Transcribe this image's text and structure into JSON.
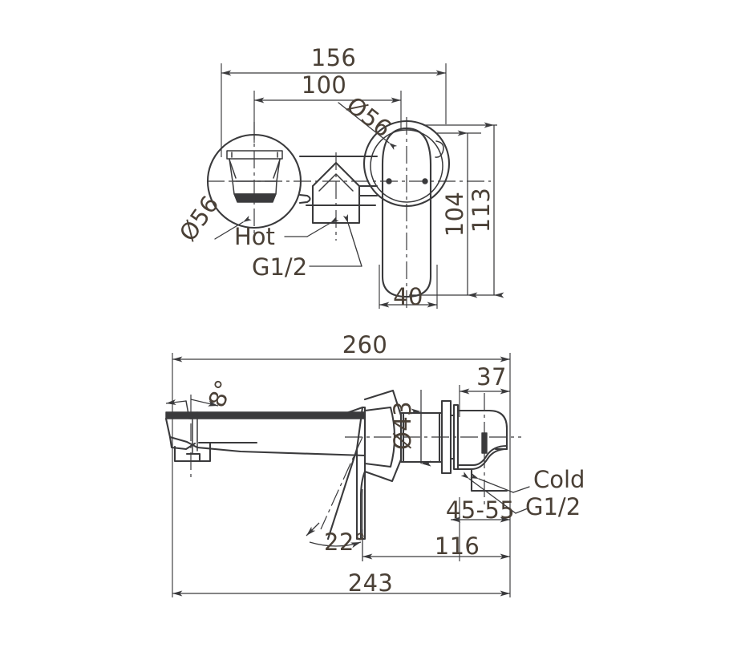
{
  "drawing": {
    "title": "Wall-mounted basin mixer tap technical drawing",
    "units": "mm",
    "line_color": "#3a3a3c",
    "text_color": "#4a4036",
    "background": "#ffffff"
  },
  "views": {
    "top": {
      "name": "front-elevation-view",
      "dimensions": {
        "overall_width": "156",
        "centres_spacing": "100",
        "escutcheon_diameter_left": "Ø56",
        "escutcheon_diameter_right": "Ø56",
        "handle_height": "104",
        "overall_height": "113",
        "handle_width": "40"
      },
      "labels": {
        "hot": "Hot",
        "thread": "G1/2"
      }
    },
    "bottom": {
      "name": "side-elevation-view",
      "dimensions": {
        "overall_length": "260",
        "spout_angle": "8°",
        "body_diameter": "Ø43",
        "handle_projection": "37",
        "wall_thickness_range": "45-55",
        "body_length": "116",
        "lever_length": "243",
        "lever_angle": "22°"
      },
      "labels": {
        "cold": "Cold",
        "thread": "G1/2"
      }
    }
  }
}
